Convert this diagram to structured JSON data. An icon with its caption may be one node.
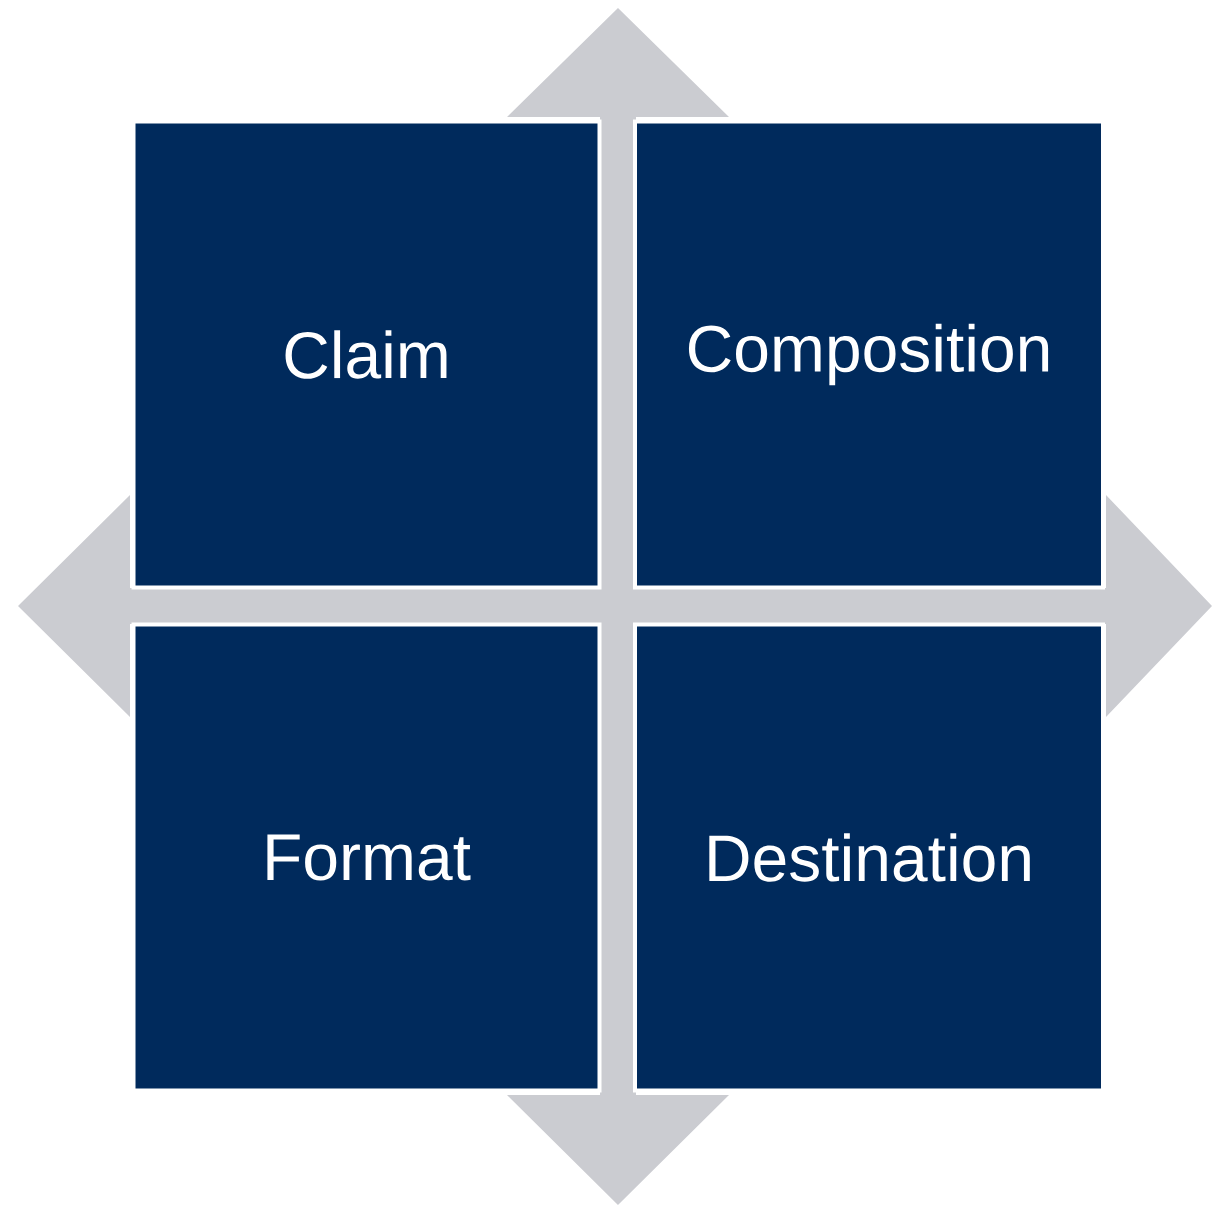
{
  "diagram": {
    "nodes": [
      {
        "text": [
          "Claim"
        ]
      },
      {
        "text": [
          "Composition"
        ]
      },
      {
        "text": [
          "Format"
        ]
      },
      {
        "text": [
          "Destination"
        ]
      }
    ]
  }
}
